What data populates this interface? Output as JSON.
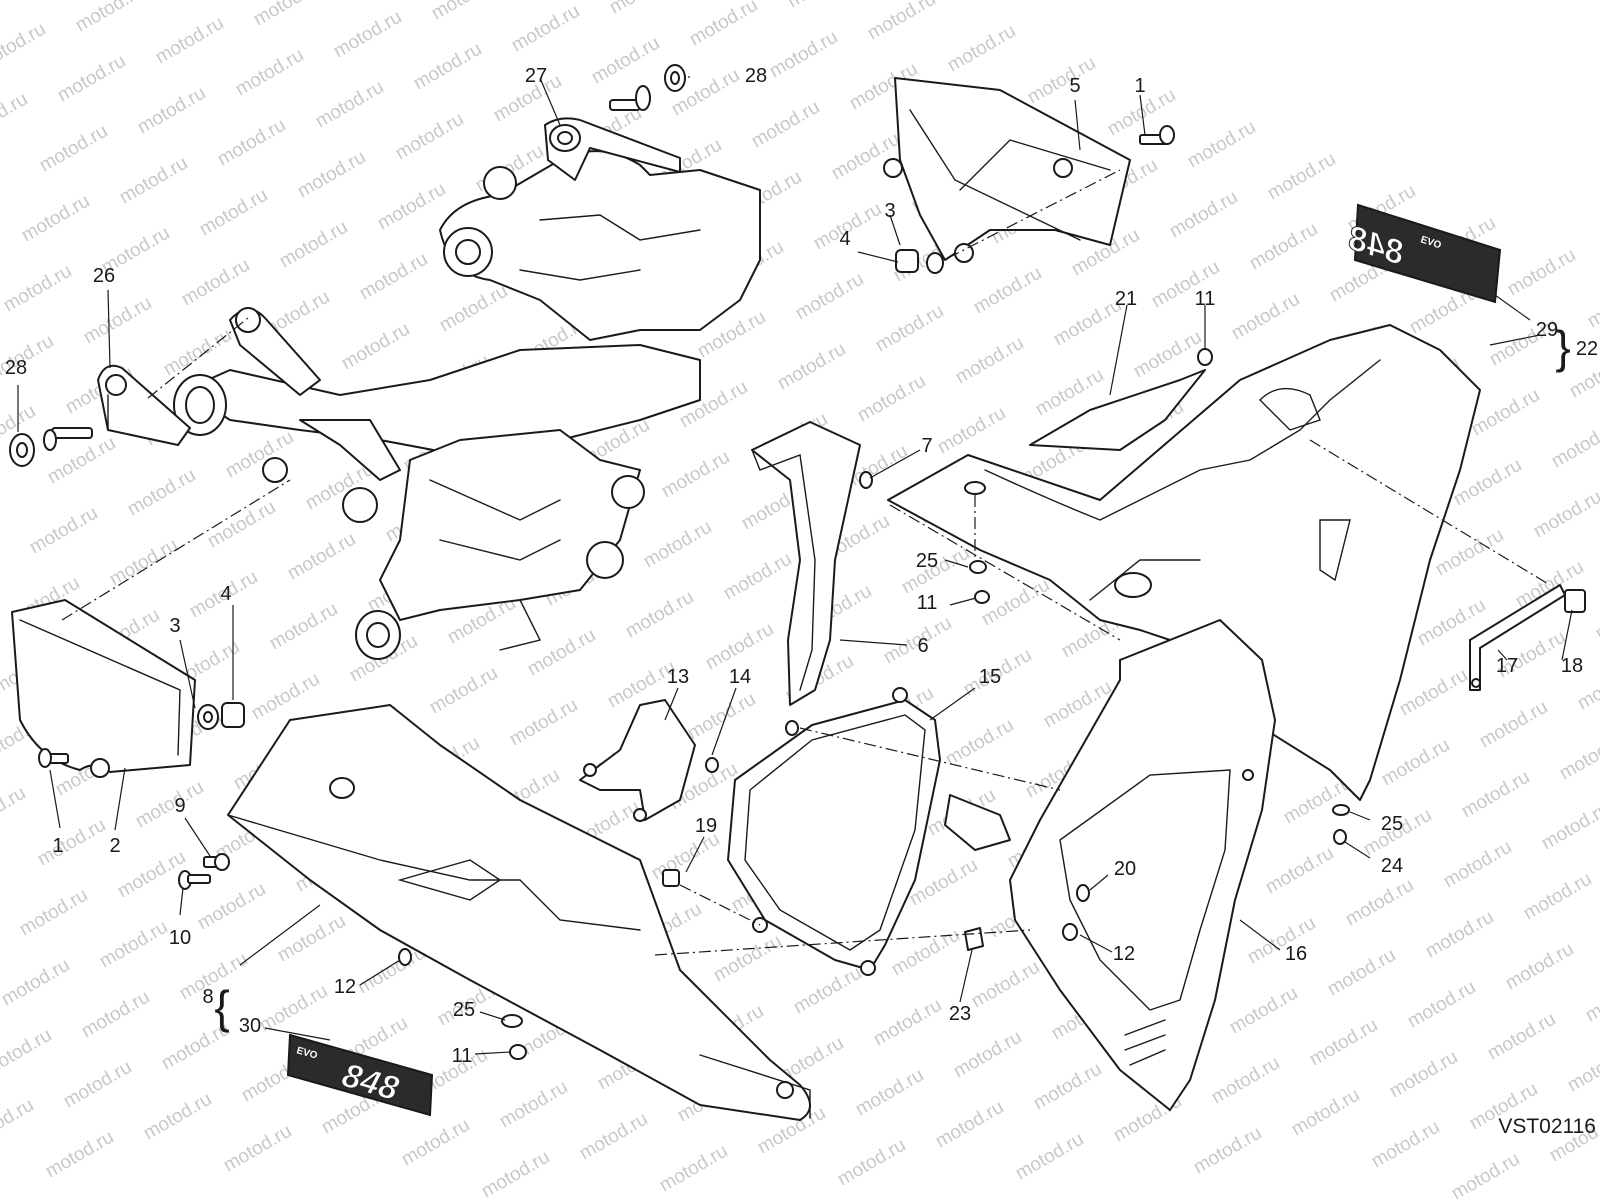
{
  "watermark": "motod.ru",
  "drawing_code": "VST02116",
  "badge_text": "848",
  "badge_word": "EVO",
  "callouts": [
    {
      "id": "c1a",
      "label": "1"
    },
    {
      "id": "c2",
      "label": "2"
    },
    {
      "id": "c3a",
      "label": "3"
    },
    {
      "id": "c4a",
      "label": "4"
    },
    {
      "id": "c9",
      "label": "9"
    },
    {
      "id": "c10",
      "label": "10"
    },
    {
      "id": "c8",
      "label": "8"
    },
    {
      "id": "c30",
      "label": "30"
    },
    {
      "id": "c12a",
      "label": "12"
    },
    {
      "id": "c25a",
      "label": "25"
    },
    {
      "id": "c11a",
      "label": "11"
    },
    {
      "id": "c26",
      "label": "26"
    },
    {
      "id": "c28a",
      "label": "28"
    },
    {
      "id": "c27",
      "label": "27"
    },
    {
      "id": "c28b",
      "label": "28"
    },
    {
      "id": "c5",
      "label": "5"
    },
    {
      "id": "c1b",
      "label": "1"
    },
    {
      "id": "c3b",
      "label": "3"
    },
    {
      "id": "c4b",
      "label": "4"
    },
    {
      "id": "c21",
      "label": "21"
    },
    {
      "id": "c11b",
      "label": "11"
    },
    {
      "id": "c29",
      "label": "29"
    },
    {
      "id": "c22",
      "label": "22"
    },
    {
      "id": "c7",
      "label": "7"
    },
    {
      "id": "c25b",
      "label": "25"
    },
    {
      "id": "c11c",
      "label": "11"
    },
    {
      "id": "c6",
      "label": "6"
    },
    {
      "id": "c13",
      "label": "13"
    },
    {
      "id": "c14",
      "label": "14"
    },
    {
      "id": "c15",
      "label": "15"
    },
    {
      "id": "c19",
      "label": "19"
    },
    {
      "id": "c20",
      "label": "20"
    },
    {
      "id": "c12b",
      "label": "12"
    },
    {
      "id": "c23",
      "label": "23"
    },
    {
      "id": "c16",
      "label": "16"
    },
    {
      "id": "c17",
      "label": "17"
    },
    {
      "id": "c18",
      "label": "18"
    },
    {
      "id": "c25c",
      "label": "25"
    },
    {
      "id": "c24",
      "label": "24"
    }
  ]
}
